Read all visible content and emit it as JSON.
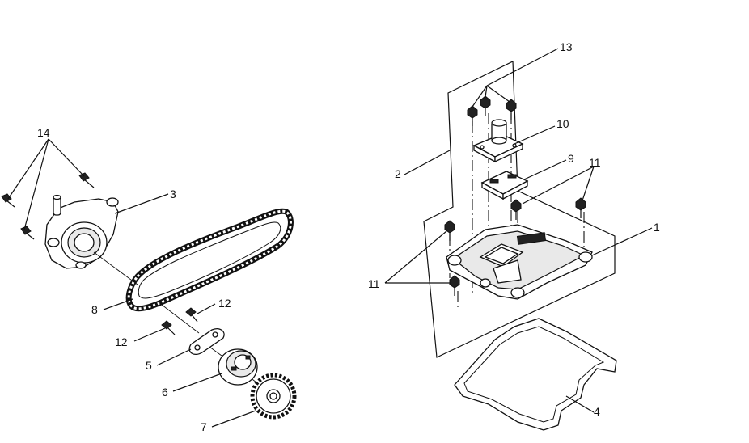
{
  "callouts": {
    "c1": "1",
    "c2": "2",
    "c3": "3",
    "c4": "4",
    "c5": "5",
    "c6": "6",
    "c7": "7",
    "c8": "8",
    "c9": "9",
    "c10": "10",
    "c11a": "11",
    "c11b": "11",
    "c12a": "12",
    "c12b": "12",
    "c13": "13",
    "c14": "14"
  },
  "colors": {
    "ink": "#111111",
    "background": "#ffffff"
  }
}
